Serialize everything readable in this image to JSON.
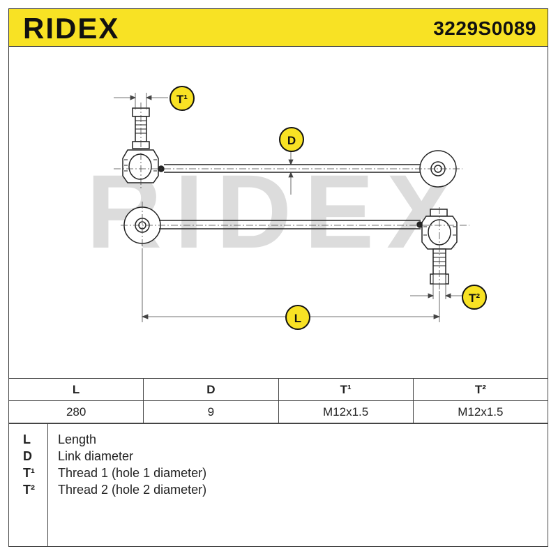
{
  "header": {
    "brand": "RIDEX",
    "part_number": "3229S0089"
  },
  "diagram": {
    "watermark": "RIDEX",
    "callouts": {
      "t1": "T¹",
      "d": "D",
      "t2": "T²",
      "l": "L"
    }
  },
  "spec_table": {
    "headers": [
      "L",
      "D",
      "T¹",
      "T²"
    ],
    "values": [
      "280",
      "9",
      "M12x1.5",
      "M12x1.5"
    ]
  },
  "legend": [
    {
      "key": "L",
      "desc": "Length"
    },
    {
      "key": "D",
      "desc": "Link diameter"
    },
    {
      "key": "T¹",
      "desc": "Thread 1 (hole 1 diameter)"
    },
    {
      "key": "T²",
      "desc": "Thread 2 (hole 2 diameter)"
    }
  ],
  "colors": {
    "header_bg": "#f8e224",
    "callout_bg": "#f8e224",
    "watermark": "#d9d9d9"
  }
}
